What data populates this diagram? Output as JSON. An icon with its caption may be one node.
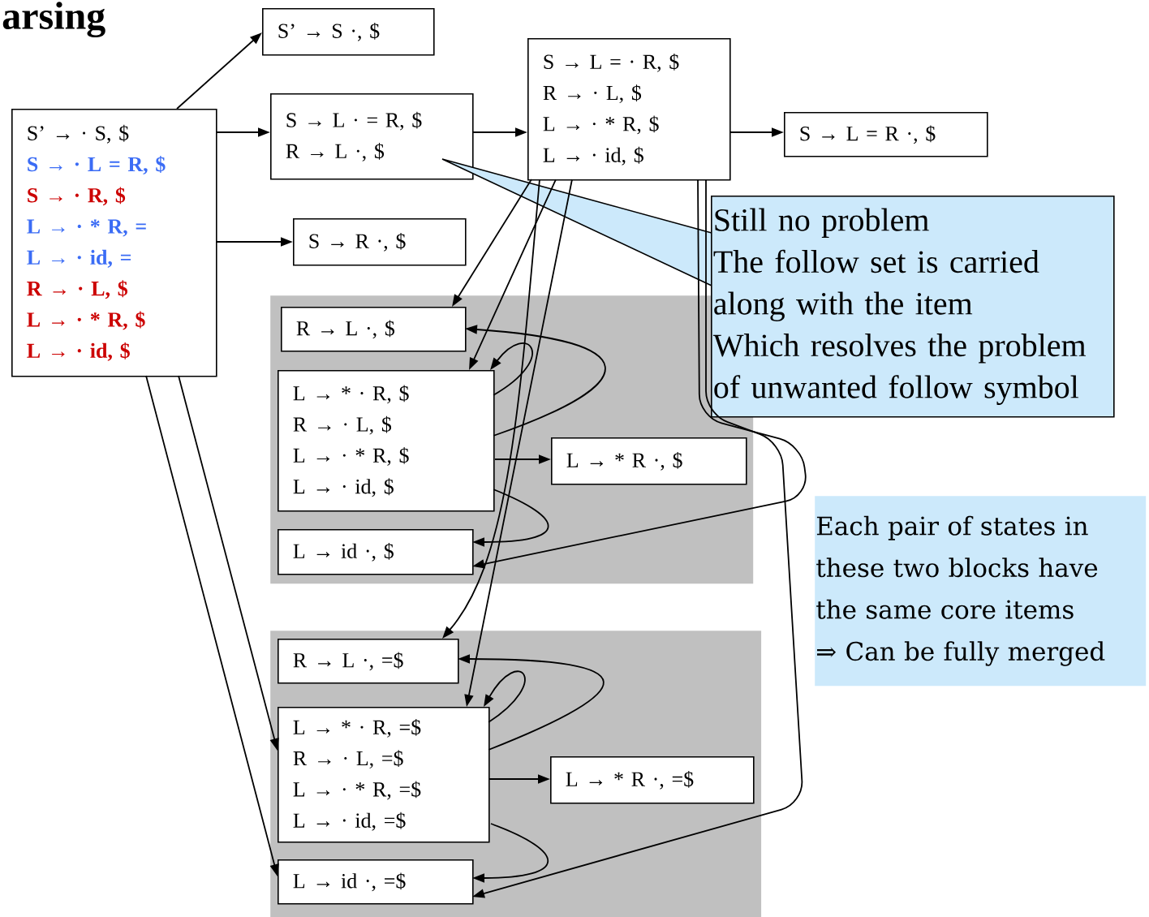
{
  "diagram": {
    "title": "arsing",
    "nodes": [
      {
        "text": [
          "S’ → · S, $",
          "S → · L = R, $",
          "S → · R, $",
          "L → · * R, =",
          "L → · id, =",
          "R → · L, $",
          "L → · * R, $",
          "L → · id, $"
        ]
      },
      {
        "text": [
          "S’ → S ·, $"
        ]
      },
      {
        "text": [
          "S → L · = R, $",
          "R → L ·, $"
        ]
      },
      {
        "text": [
          "S → R ·, $"
        ]
      },
      {
        "text": [
          "S → L = · R, $",
          "R → · L, $",
          "L → · * R, $",
          "L → · id, $"
        ]
      },
      {
        "text": [
          "S → L = R ·, $"
        ]
      },
      {
        "text": [],
        "shape": "box"
      },
      {
        "text": [
          "R → L ·, $"
        ],
        "in": 6
      },
      {
        "text": [
          "L → * · R, $",
          "R → · L, $",
          "L → · * R, $",
          "L → · id, $"
        ],
        "in": 6
      },
      {
        "text": [
          "L → * R ·, $"
        ],
        "in": 6
      },
      {
        "text": [
          "L → id ·, $"
        ],
        "in": 6
      },
      {
        "text": [],
        "shape": "box"
      },
      {
        "text": [
          "R → L ·, =$"
        ],
        "in": 11
      },
      {
        "text": [
          "L → * · R, =$",
          "R → · L, =$",
          "L → · * R, =$",
          "L → · id, =$"
        ],
        "in": 11
      },
      {
        "text": [
          "L → * R ·, =$"
        ],
        "in": 11
      },
      {
        "text": [
          "L → id ·, =$"
        ],
        "in": 11
      },
      {
        "text": [
          "Still no problem",
          "The follow set is carried along with the item",
          "Which resolves the problem of unwanted follow symbol"
        ]
      },
      {
        "text": [
          "Each pair of states in these two blocks have the same core items",
          "⇒ Can be fully merged"
        ]
      }
    ],
    "edges": [
      {
        "from": 0,
        "to": 1,
        "arrow": "to"
      },
      {
        "from": 0,
        "to": 2,
        "arrow": "to"
      },
      {
        "from": 0,
        "to": 3,
        "arrow": "to"
      },
      {
        "from": 2,
        "to": 4,
        "arrow": "to"
      },
      {
        "from": 4,
        "to": 5,
        "arrow": "to"
      },
      {
        "from": 0,
        "to": 13,
        "arrow": "to"
      },
      {
        "from": 0,
        "to": 15,
        "arrow": "to"
      },
      {
        "from": 4,
        "to": 7,
        "arrow": "to"
      },
      {
        "from": 4,
        "to": 8,
        "arrow": "to"
      },
      {
        "from": 4,
        "to": 12,
        "arrow": "to"
      },
      {
        "from": 4,
        "to": 13,
        "arrow": "to"
      },
      {
        "from": 4,
        "to": 10,
        "arrow": "to"
      },
      {
        "from": 4,
        "to": 15,
        "arrow": "to"
      },
      {
        "from": 8,
        "to": 8,
        "arrow": "to"
      },
      {
        "from": 8,
        "to": 7,
        "arrow": "to"
      },
      {
        "from": 8,
        "to": 9,
        "arrow": "to"
      },
      {
        "from": 8,
        "to": 10,
        "arrow": "to"
      },
      {
        "from": 13,
        "to": 13,
        "arrow": "to"
      },
      {
        "from": 13,
        "to": 12,
        "arrow": "to"
      },
      {
        "from": 13,
        "to": 14,
        "arrow": "to"
      },
      {
        "from": 13,
        "to": 15,
        "arrow": "to"
      }
    ]
  }
}
